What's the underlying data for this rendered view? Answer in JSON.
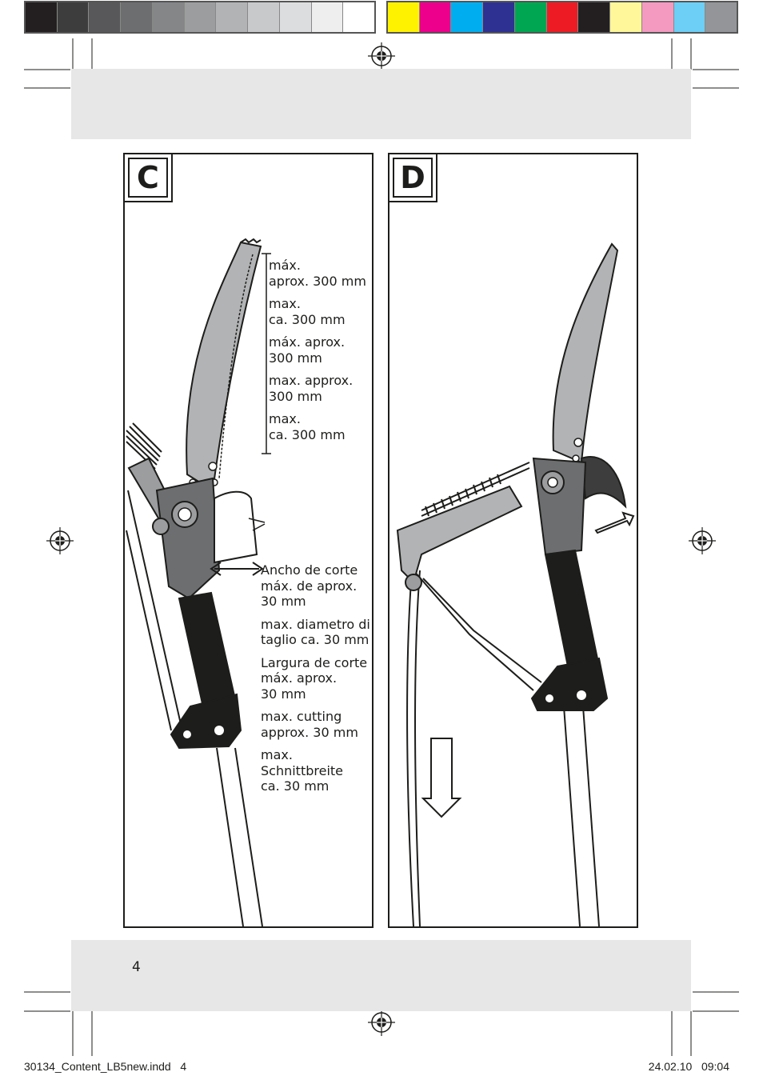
{
  "colors": {
    "grayscale": [
      "#231f20",
      "#3d3d3d",
      "#58585a",
      "#6d6e70",
      "#858688",
      "#9c9d9f",
      "#b2b3b5",
      "#c8c9cb",
      "#dcdddf",
      "#eeeeee",
      "#ffffff"
    ],
    "process": [
      "#fff200",
      "#ec008c",
      "#00aeef",
      "#2e3192",
      "#00a651",
      "#ed1c24",
      "#231f20",
      "#fff799",
      "#f49ac1",
      "#6dcff6",
      "#939598"
    ]
  },
  "panels": {
    "c": {
      "label": "C",
      "saw_max_length": [
        "máx.\naprox. 300 mm",
        "max.\nca. 300 mm",
        "máx. aprox.\n300 mm",
        "max. approx.\n300 mm",
        "max.\nca. 300 mm"
      ],
      "cutting_width": [
        "Ancho de corte\nmáx. de aprox.\n30 mm",
        "max. diametro di\ntaglio ca. 30 mm",
        "Largura de corte\nmáx. aprox.\n30 mm",
        "max. cutting\napprox. 30 mm",
        "max. Schnittbreite\nca. 30 mm"
      ]
    },
    "d": {
      "label": "D"
    }
  },
  "page_number": "4",
  "footer": {
    "file": "30134_Content_LB5new.indd   4",
    "timestamp": "24.02.10   09:04"
  }
}
